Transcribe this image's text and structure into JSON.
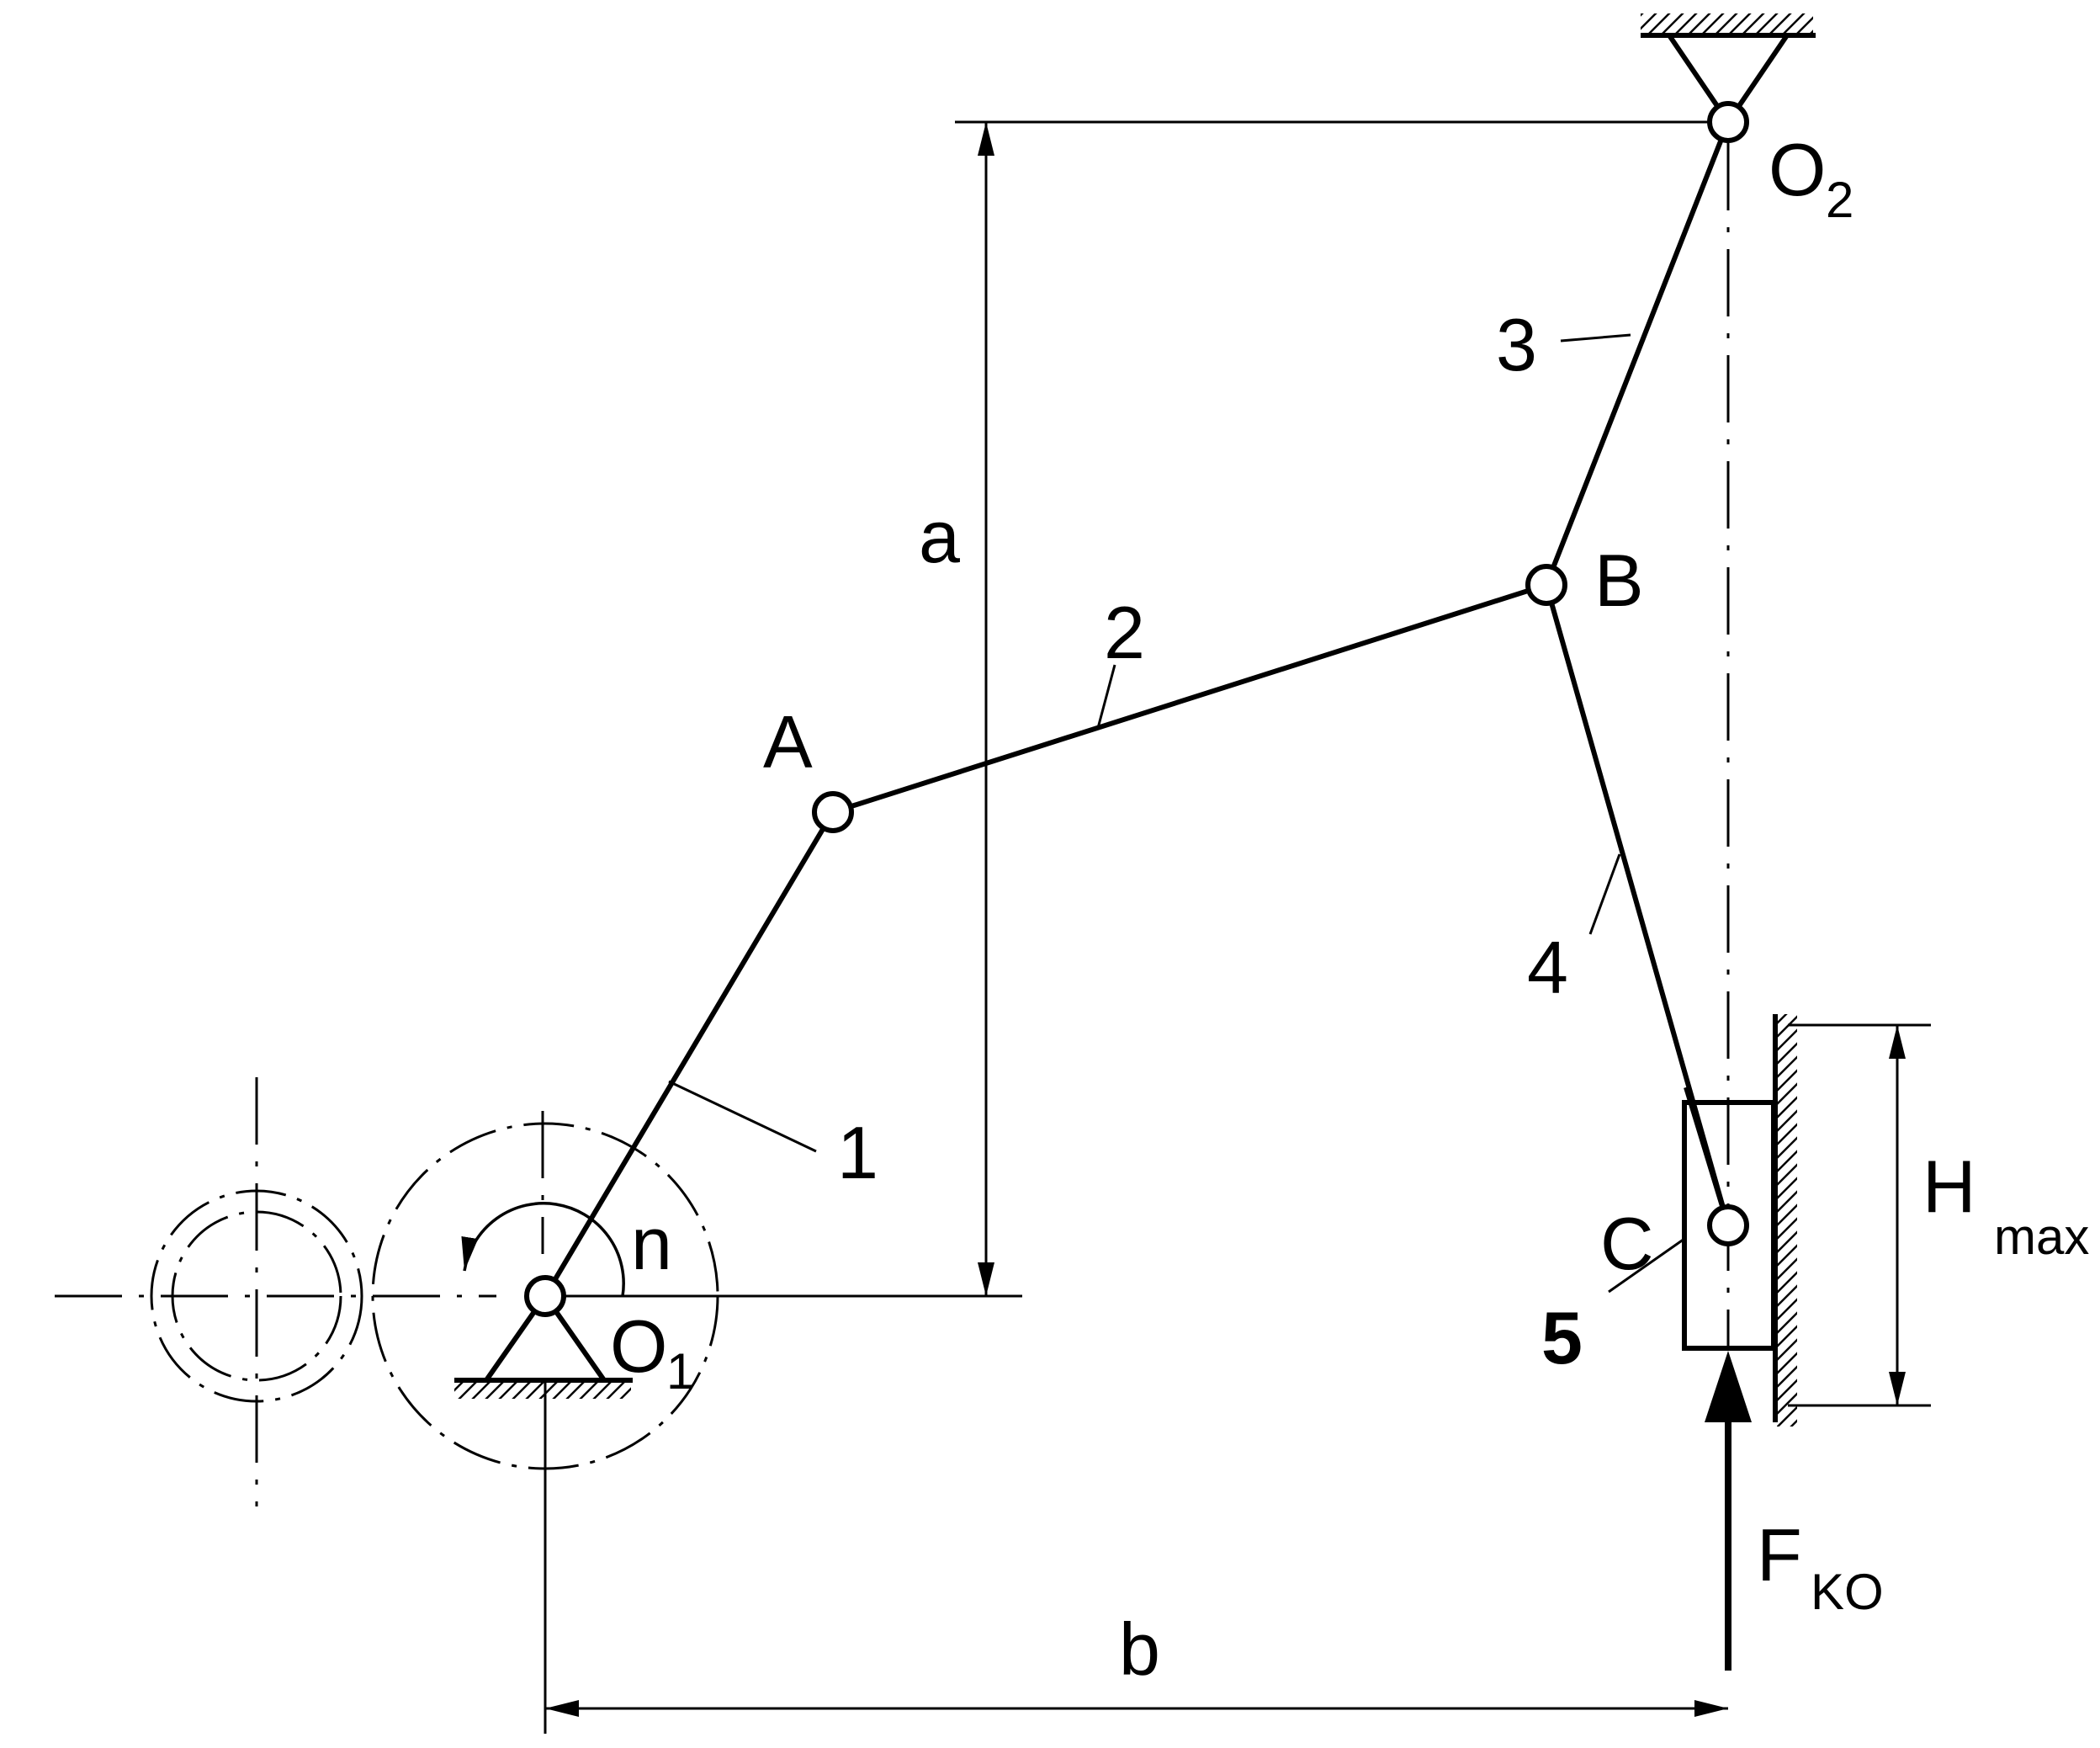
{
  "labels": {
    "a": "a",
    "b": "b",
    "A": "A",
    "B": "B",
    "C": "C",
    "O1_main": "O",
    "O1_sub": "1",
    "O2_main": "O",
    "O2_sub": "2",
    "n": "n",
    "link1": "1",
    "link2": "2",
    "link3": "3",
    "link4": "4",
    "link5": "5",
    "H_main": "H",
    "H_sub": "max",
    "F_main": "F",
    "F_sub": "KO"
  }
}
